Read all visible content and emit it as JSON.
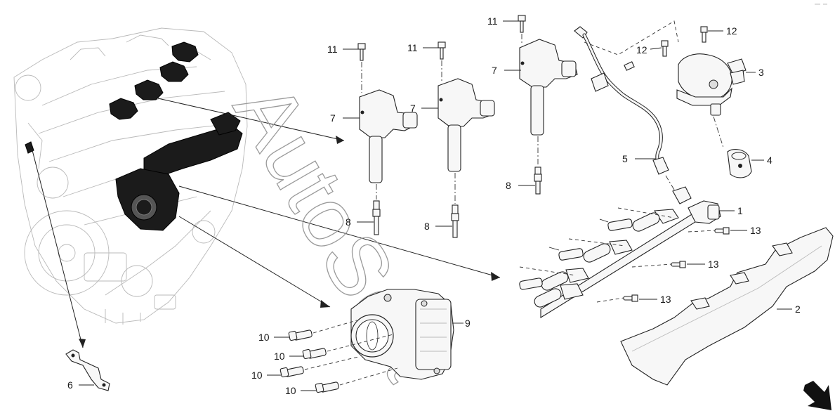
{
  "watermark": "AutoSoft",
  "callouts": {
    "c1": "1",
    "c2": "2",
    "c3": "3",
    "c4": "4",
    "c5": "5",
    "c6": "6",
    "c7a": "7",
    "c7b": "7",
    "c7c": "7",
    "c8a": "8",
    "c8b": "8",
    "c8c": "8",
    "c9": "9",
    "c10a": "10",
    "c10b": "10",
    "c10c": "10",
    "c10d": "10",
    "c11a": "11",
    "c11b": "11",
    "c11c": "11",
    "c12a": "12",
    "c12b": "12",
    "c13a": "13",
    "c13b": "13",
    "c13c": "13"
  },
  "icons": {
    "nav_arrow": "arrow-down-right-icon"
  },
  "colors": {
    "line": "#222222",
    "highlight": "#1b1b1b",
    "ghost": "#b9b9b9",
    "watermark": "#9a9a9a"
  }
}
